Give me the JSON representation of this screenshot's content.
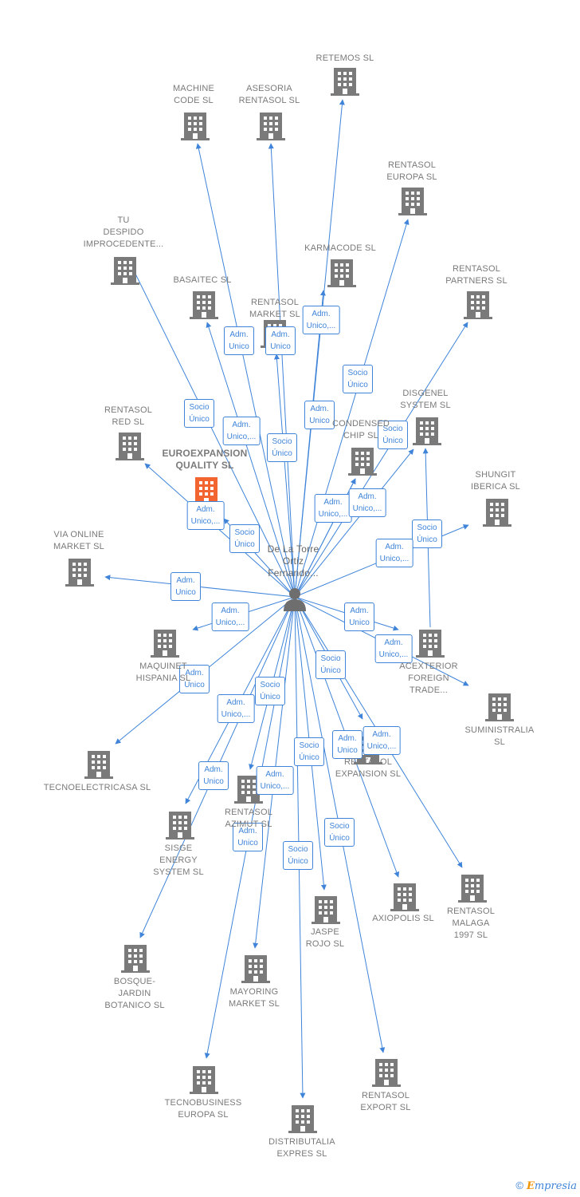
{
  "colors": {
    "edge": "#3f84d9",
    "building": "#7a7a7a",
    "focus_building": "#f26530",
    "person": "#6e6e6e"
  },
  "person": {
    "name": "De La Torre\nOrtiz\nFernando...",
    "icon": "person-icon"
  },
  "companies": [
    {
      "key": "retemos",
      "name": "RETEMOS  SL",
      "focus": false
    },
    {
      "key": "machine-code",
      "name": "MACHINE\nCODE SL",
      "focus": false
    },
    {
      "key": "asesoria-rentasol",
      "name": "ASESORIA\nRENTASOL SL",
      "focus": false
    },
    {
      "key": "rentasol-europa",
      "name": "RENTASOL\nEUROPA  SL",
      "focus": false
    },
    {
      "key": "tu-despido",
      "name": "TU\nDESPIDO\nIMPROCEDENTE...",
      "focus": false
    },
    {
      "key": "karmacode",
      "name": "KARMACODE SL",
      "focus": false
    },
    {
      "key": "rentasol-partners",
      "name": "RENTASOL\nPARTNERS  SL",
      "focus": false
    },
    {
      "key": "basaitec",
      "name": "BASAITEC  SL",
      "focus": false
    },
    {
      "key": "rentasol-market",
      "name": "RENTASOL\nMARKET  SL",
      "focus": false
    },
    {
      "key": "disgenel",
      "name": "DISGENEL\nSYSTEM  SL",
      "focus": false
    },
    {
      "key": "rentasol-red",
      "name": "RENTASOL\nRED  SL",
      "focus": false
    },
    {
      "key": "condensed-chip",
      "name": "CONDENSED\nCHIP SL",
      "focus": false
    },
    {
      "key": "euroexpansion",
      "name": "EUROEXPANSION\nQUALITY  SL",
      "focus": true
    },
    {
      "key": "shungit",
      "name": "SHUNGIT\nIBERICA  SL",
      "focus": false
    },
    {
      "key": "via-online",
      "name": "VIA ONLINE\nMARKET SL",
      "focus": false
    },
    {
      "key": "maquinet",
      "name": "MAQUINET\nHISPANIA SL",
      "focus": false
    },
    {
      "key": "acexterior",
      "name": "ACEXTERIOR\nFOREIGN\nTRADE...",
      "focus": false
    },
    {
      "key": "suministralia",
      "name": "SUMINISTRALIA\nSL",
      "focus": false
    },
    {
      "key": "tecnoelectricasa",
      "name": "TECNOELECTRICASA SL",
      "focus": false
    },
    {
      "key": "rentasol-expansion",
      "name": "RENTASOL\nEXPANSION  SL",
      "focus": false
    },
    {
      "key": "rentasol-azimut",
      "name": "RENTASOL\nAZIMUT  SL",
      "focus": false
    },
    {
      "key": "sisge",
      "name": "SISGE\nENERGY\nSYSTEM  SL",
      "focus": false
    },
    {
      "key": "axiopolis",
      "name": "AXIOPOLIS SL",
      "focus": false
    },
    {
      "key": "rentasol-malaga",
      "name": "RENTASOL\nMALAGA\n1997  SL",
      "focus": false
    },
    {
      "key": "jaspe-rojo",
      "name": "JASPE\nROJO  SL",
      "focus": false
    },
    {
      "key": "bosque-jardin",
      "name": "BOSQUE-\nJARDIN\nBOTANICO SL",
      "focus": false
    },
    {
      "key": "mayoring",
      "name": "MAYORING\nMARKET  SL",
      "focus": false
    },
    {
      "key": "tecnobusiness",
      "name": "TECNOBUSINESS\nEUROPA SL",
      "focus": false
    },
    {
      "key": "rentasol-export",
      "name": "RENTASOL\nEXPORT  SL",
      "focus": false
    },
    {
      "key": "distributalia",
      "name": "DISTRIBUTALIA\nEXPRES  SL",
      "focus": false
    }
  ],
  "relations": [
    {
      "target": "retemos",
      "role": "Adm.\nUnico,..."
    },
    {
      "target": "machine-code",
      "role": "Adm.\nUnico"
    },
    {
      "target": "asesoria-rentasol",
      "role": "Adm.\nUnico"
    },
    {
      "target": "rentasol-europa",
      "role": "Socio\nÚnico"
    },
    {
      "target": "tu-despido",
      "role": "Socio\nÚnico"
    },
    {
      "target": "karmacode",
      "role": "Adm.\nUnico"
    },
    {
      "target": "rentasol-partners",
      "role": "Socio\nÚnico"
    },
    {
      "target": "basaitec",
      "role": "Adm.\nUnico,..."
    },
    {
      "target": "rentasol-market",
      "role": "Socio\nÚnico"
    },
    {
      "target": "disgenel",
      "role": "Socio\nÚnico"
    },
    {
      "target": "rentasol-red",
      "role": "Adm.\nUnico,..."
    },
    {
      "target": "condensed-chip",
      "role": "Adm.\nUnico,..."
    },
    {
      "target": "condensed-chip",
      "role": "Adm.\nUnico,..."
    },
    {
      "target": "euroexpansion",
      "role": "Socio\nÚnico"
    },
    {
      "target": "shungit",
      "role": "Adm.\nUnico,..."
    },
    {
      "target": "via-online",
      "role": "Adm.\nUnico"
    },
    {
      "target": "maquinet",
      "role": "Adm.\nUnico,..."
    },
    {
      "target": "acexterior",
      "role": "Adm.\nUnico"
    },
    {
      "target": "suministralia",
      "role": "Adm.\nUnico,..."
    },
    {
      "target": "tecnoelectricasa",
      "role": "Adm.\nUnico"
    },
    {
      "target": "rentasol-expansion",
      "role": "Socio\nÚnico"
    },
    {
      "target": "rentasol-azimut",
      "role": "Socio\nÚnico"
    },
    {
      "target": "sisge",
      "role": "Adm.\nUnico,..."
    },
    {
      "target": "axiopolis",
      "role": "Adm.\nUnico"
    },
    {
      "target": "rentasol-malaga",
      "role": "Adm.\nUnico,..."
    },
    {
      "target": "jaspe-rojo",
      "role": "Socio\nÚnico"
    },
    {
      "target": "bosque-jardin",
      "role": "Adm.\nUnico"
    },
    {
      "target": "mayoring",
      "role": "Adm.\nUnico,..."
    },
    {
      "target": "tecnobusiness",
      "role": "Adm.\nUnico"
    },
    {
      "target": "rentasol-export",
      "role": "Socio\nÚnico"
    },
    {
      "target": "distributalia",
      "role": "Socio\nÚnico"
    }
  ],
  "extra_edges": [
    {
      "from": "acexterior",
      "to": "disgenel",
      "role": "Socio\nÚnico"
    }
  ],
  "footer": {
    "copyright": "©",
    "brand_first": "E",
    "brand_rest": "mpresia"
  }
}
